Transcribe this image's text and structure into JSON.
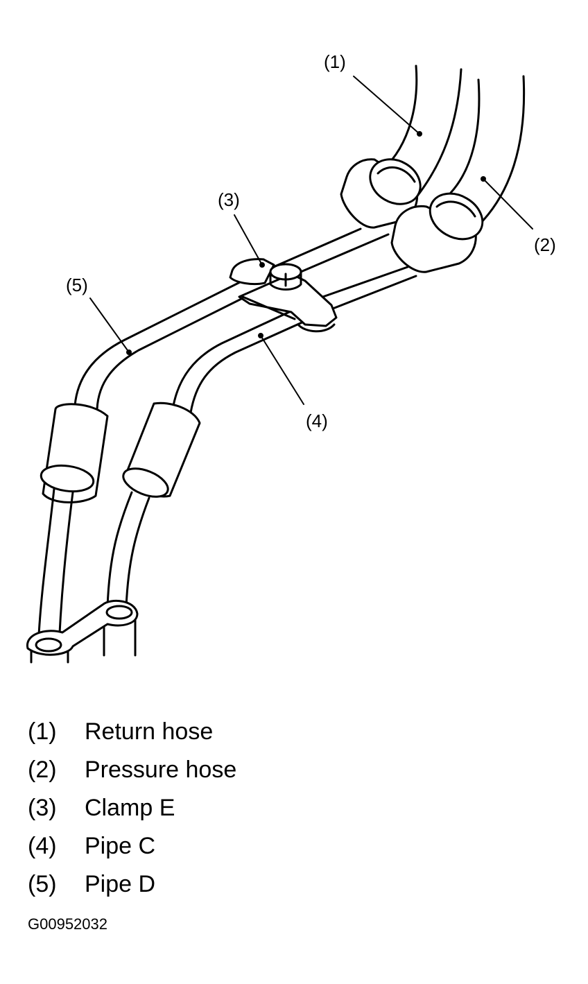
{
  "callouts": [
    {
      "id": "1",
      "text": "(1)"
    },
    {
      "id": "2",
      "text": "(2)"
    },
    {
      "id": "3",
      "text": "(3)"
    },
    {
      "id": "4",
      "text": "(4)"
    },
    {
      "id": "5",
      "text": "(5)"
    }
  ],
  "legend": [
    {
      "num": "(1)",
      "label": "Return hose"
    },
    {
      "num": "(2)",
      "label": "Pressure hose"
    },
    {
      "num": "(3)",
      "label": "Clamp E"
    },
    {
      "num": "(4)",
      "label": "Pipe C"
    },
    {
      "num": "(5)",
      "label": "Pipe D"
    }
  ],
  "figure_id": "G00952032"
}
